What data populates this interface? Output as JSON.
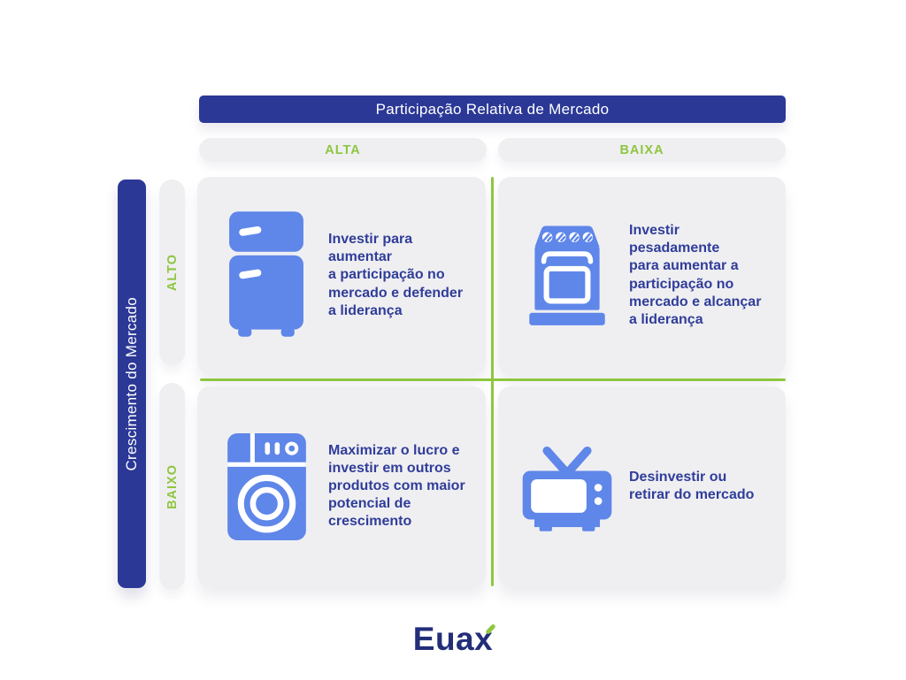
{
  "colors": {
    "navy_bar": "#2b3896",
    "text_navy": "#303d99",
    "icon_blue": "#5f86e9",
    "accent_green": "#8ec63f",
    "card_bg": "#efeff2",
    "page_bg": "#ffffff"
  },
  "header": {
    "title": "Participação Relativa de Mercado"
  },
  "columns": [
    {
      "label": "ALTA"
    },
    {
      "label": "BAIXA"
    }
  ],
  "y_axis": {
    "title": "Crescimento do Mercado",
    "rows": [
      {
        "label": "ALTO"
      },
      {
        "label": "BAIXO"
      }
    ]
  },
  "quadrants": [
    {
      "position": "top-left",
      "icon": "refrigerator-icon",
      "text": "Investir para aumentar\na participação no\nmercado e defender\na liderança"
    },
    {
      "position": "top-right",
      "icon": "stove-icon",
      "text": "Investir pesadamente\npara aumentar a\nparticipação no\nmercado e alcançar\na liderança"
    },
    {
      "position": "bottom-left",
      "icon": "washing-machine-icon",
      "text": "Maximizar o lucro e\ninvestir em outros\nprodutos com maior\npotencial de\ncrescimento"
    },
    {
      "position": "bottom-right",
      "icon": "tv-icon",
      "text": "Desinvestir ou\nretirar do mercado"
    }
  ],
  "logo": {
    "prefix": "Eua",
    "x": "x"
  }
}
